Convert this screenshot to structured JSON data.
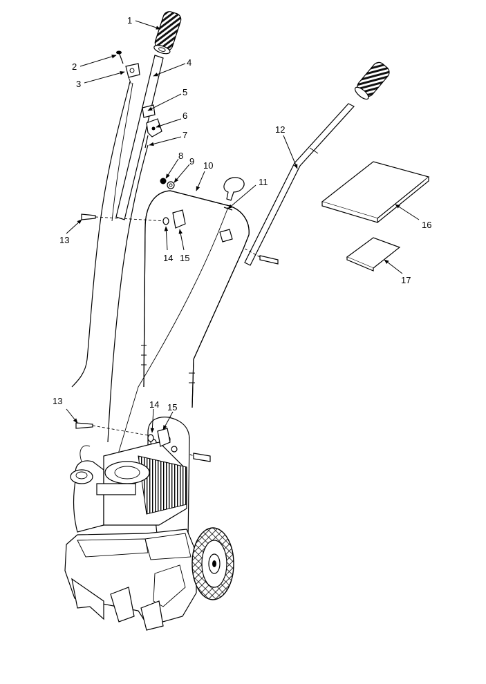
{
  "callouts": [
    {
      "id": "c1",
      "text": "1"
    },
    {
      "id": "c2",
      "text": "2"
    },
    {
      "id": "c3",
      "text": "3"
    },
    {
      "id": "c4",
      "text": "4"
    },
    {
      "id": "c5",
      "text": "5"
    },
    {
      "id": "c6",
      "text": "6"
    },
    {
      "id": "c7",
      "text": "7"
    },
    {
      "id": "c8",
      "text": "8"
    },
    {
      "id": "c9",
      "text": "9"
    },
    {
      "id": "c10",
      "text": "10"
    },
    {
      "id": "c11",
      "text": "11"
    },
    {
      "id": "c12",
      "text": "12"
    },
    {
      "id": "c13a",
      "text": "13"
    },
    {
      "id": "c13b",
      "text": "13"
    },
    {
      "id": "c14a",
      "text": "14"
    },
    {
      "id": "c14b",
      "text": "14"
    },
    {
      "id": "c15a",
      "text": "15"
    },
    {
      "id": "c15b",
      "text": "15"
    },
    {
      "id": "c16",
      "text": "16"
    },
    {
      "id": "c17",
      "text": "17"
    }
  ]
}
